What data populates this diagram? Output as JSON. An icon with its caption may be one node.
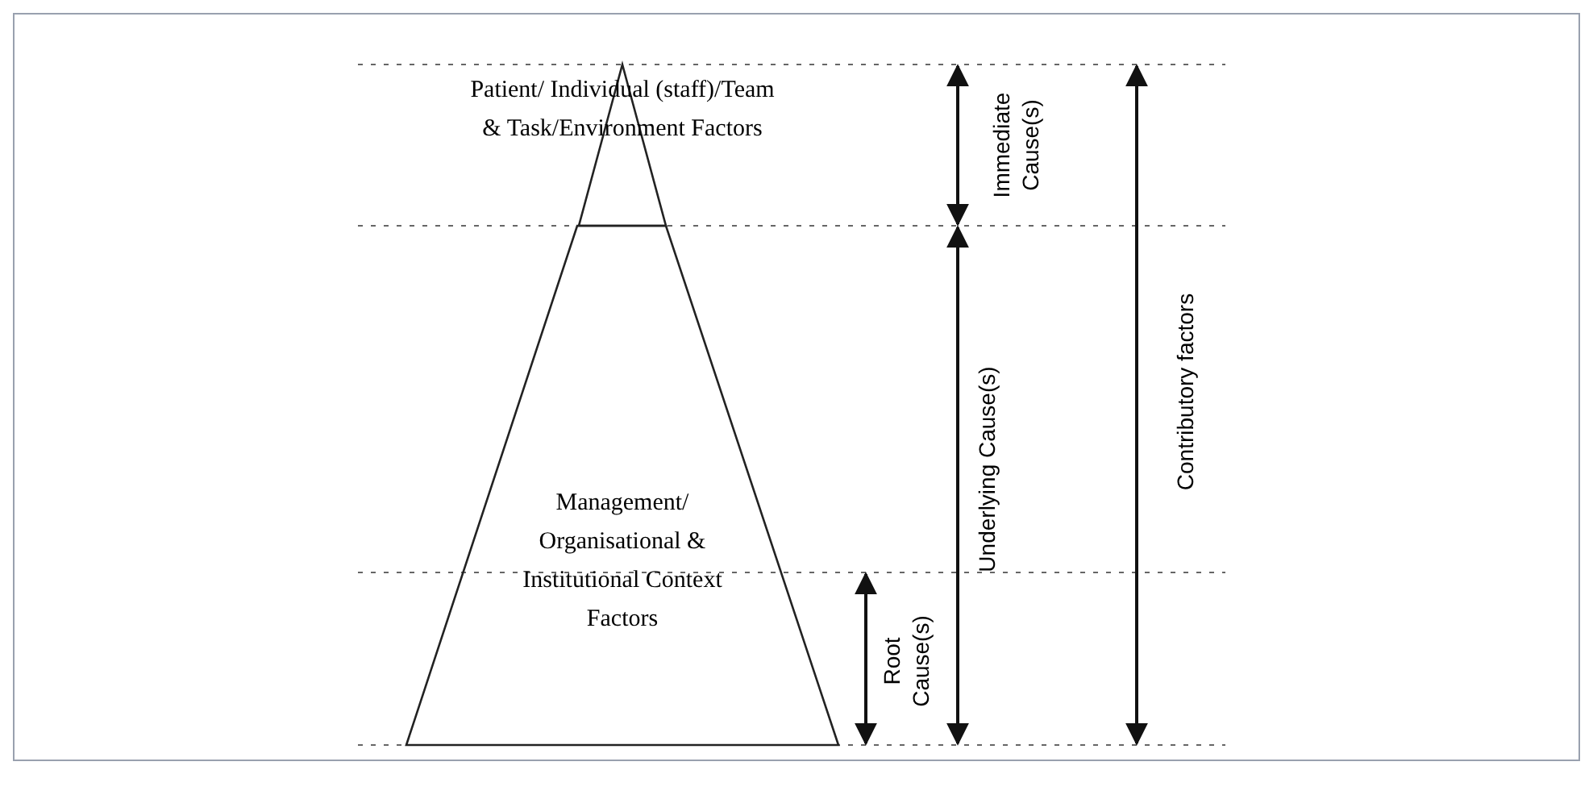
{
  "diagram": {
    "nodes": [
      {
        "text": [
          "Patient/ Individual (staff)/Team & Task/Environment Factors"
        ]
      },
      {
        "text": [
          "Management/ Organisational & Institutional Context Factors"
        ]
      }
    ],
    "labels": [
      "Immediate Cause(s)",
      "Underlying Cause(s)",
      "Root Cause(s)",
      "Contributory factors"
    ]
  }
}
